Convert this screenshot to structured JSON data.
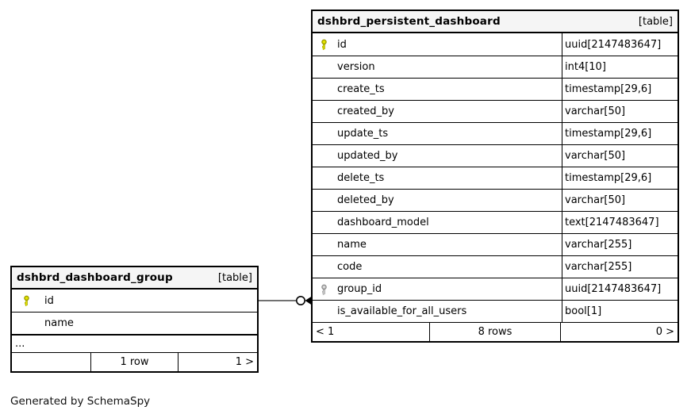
{
  "caption": {
    "text": "Generated by SchemaSpy"
  },
  "colors": {
    "border": "#000000",
    "header_bg": "#f5f5f5",
    "primary_key": "#e4e400",
    "foreign_key": "#d8d8d8",
    "connector": "#444444",
    "background": "#ffffff"
  },
  "icons": {
    "primary_key": "primary-key-icon (yellow key)",
    "foreign_key": "foreign-key-icon (gray key)",
    "fk_end_marker": "open-circle-with-filled-arrowhead"
  },
  "tables": [
    {
      "title": "dshbrd_dashboard_group",
      "badge": "[table]",
      "columns": [
        {
          "name": "id",
          "key": "primary"
        },
        {
          "name": "name",
          "key": ""
        }
      ],
      "ellipsis": "...",
      "footer": {
        "left": "",
        "center": "1 row",
        "right": "1 >"
      }
    },
    {
      "title": "dshbrd_persistent_dashboard",
      "badge": "[table]",
      "columns": [
        {
          "name": "id",
          "type": "uuid[2147483647]",
          "key": "primary"
        },
        {
          "name": "version",
          "type": "int4[10]",
          "key": ""
        },
        {
          "name": "create_ts",
          "type": "timestamp[29,6]",
          "key": ""
        },
        {
          "name": "created_by",
          "type": "varchar[50]",
          "key": ""
        },
        {
          "name": "update_ts",
          "type": "timestamp[29,6]",
          "key": ""
        },
        {
          "name": "updated_by",
          "type": "varchar[50]",
          "key": ""
        },
        {
          "name": "delete_ts",
          "type": "timestamp[29,6]",
          "key": ""
        },
        {
          "name": "deleted_by",
          "type": "varchar[50]",
          "key": ""
        },
        {
          "name": "dashboard_model",
          "type": "text[2147483647]",
          "key": ""
        },
        {
          "name": "name",
          "type": "varchar[255]",
          "key": ""
        },
        {
          "name": "code",
          "type": "varchar[255]",
          "key": ""
        },
        {
          "name": "group_id",
          "type": "uuid[2147483647]",
          "key": "foreign"
        },
        {
          "name": "is_available_for_all_users",
          "type": "bool[1]",
          "key": ""
        }
      ],
      "footer": {
        "left": "< 1",
        "center": "8 rows",
        "right": "0 >"
      }
    }
  ],
  "relationship": {
    "from_table": "dshbrd_dashboard_group",
    "from_column": "id",
    "to_table": "dshbrd_persistent_dashboard",
    "to_column": "group_id"
  }
}
